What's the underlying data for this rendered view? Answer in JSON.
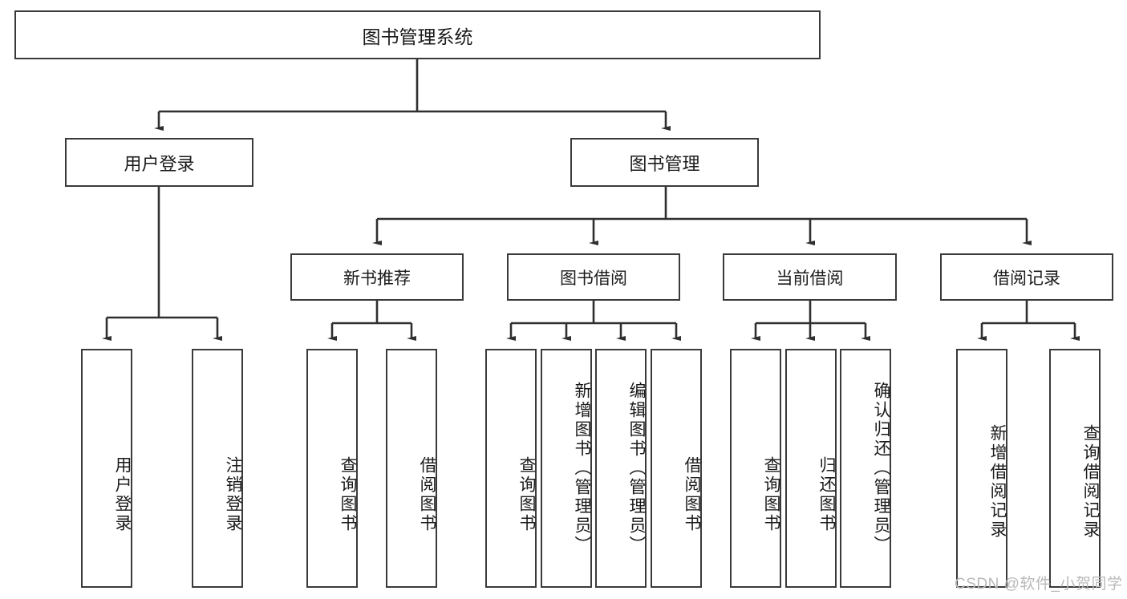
{
  "diagram": {
    "title": "图书管理系统",
    "type": "tree-hierarchy",
    "watermark": "CSDN @软件_小贺同学",
    "colors": {
      "box_border": "#3a3a3a",
      "box_fill": "#ffffff",
      "connector": "#2f2f2f",
      "text": "#1b1b1b",
      "watermark": "#b9b9b9"
    },
    "nodes": {
      "root": {
        "label": "图书管理系统"
      },
      "level2": [
        {
          "label": "用户登录"
        },
        {
          "label": "图书管理"
        }
      ],
      "level3": [
        {
          "label": "新书推荐"
        },
        {
          "label": "图书借阅"
        },
        {
          "label": "当前借阅"
        },
        {
          "label": "借阅记录"
        }
      ],
      "leaves": {
        "user_login": [
          {
            "label": "用户登录"
          },
          {
            "label": "注销登录"
          }
        ],
        "new_book": [
          {
            "label": "查询图书"
          },
          {
            "label": "借阅图书"
          }
        ],
        "book_borrow": [
          {
            "label": "查询图书"
          },
          {
            "label": "新增图书（管理员）"
          },
          {
            "label": "编辑图书（管理员）"
          },
          {
            "label": "借阅图书"
          }
        ],
        "current_borrow": [
          {
            "label": "查询图书"
          },
          {
            "label": "归还图书"
          },
          {
            "label": "确认归还（管理员）"
          }
        ],
        "borrow_record": [
          {
            "label": "新增借阅记录"
          },
          {
            "label": "查询借阅记录"
          }
        ]
      }
    }
  }
}
